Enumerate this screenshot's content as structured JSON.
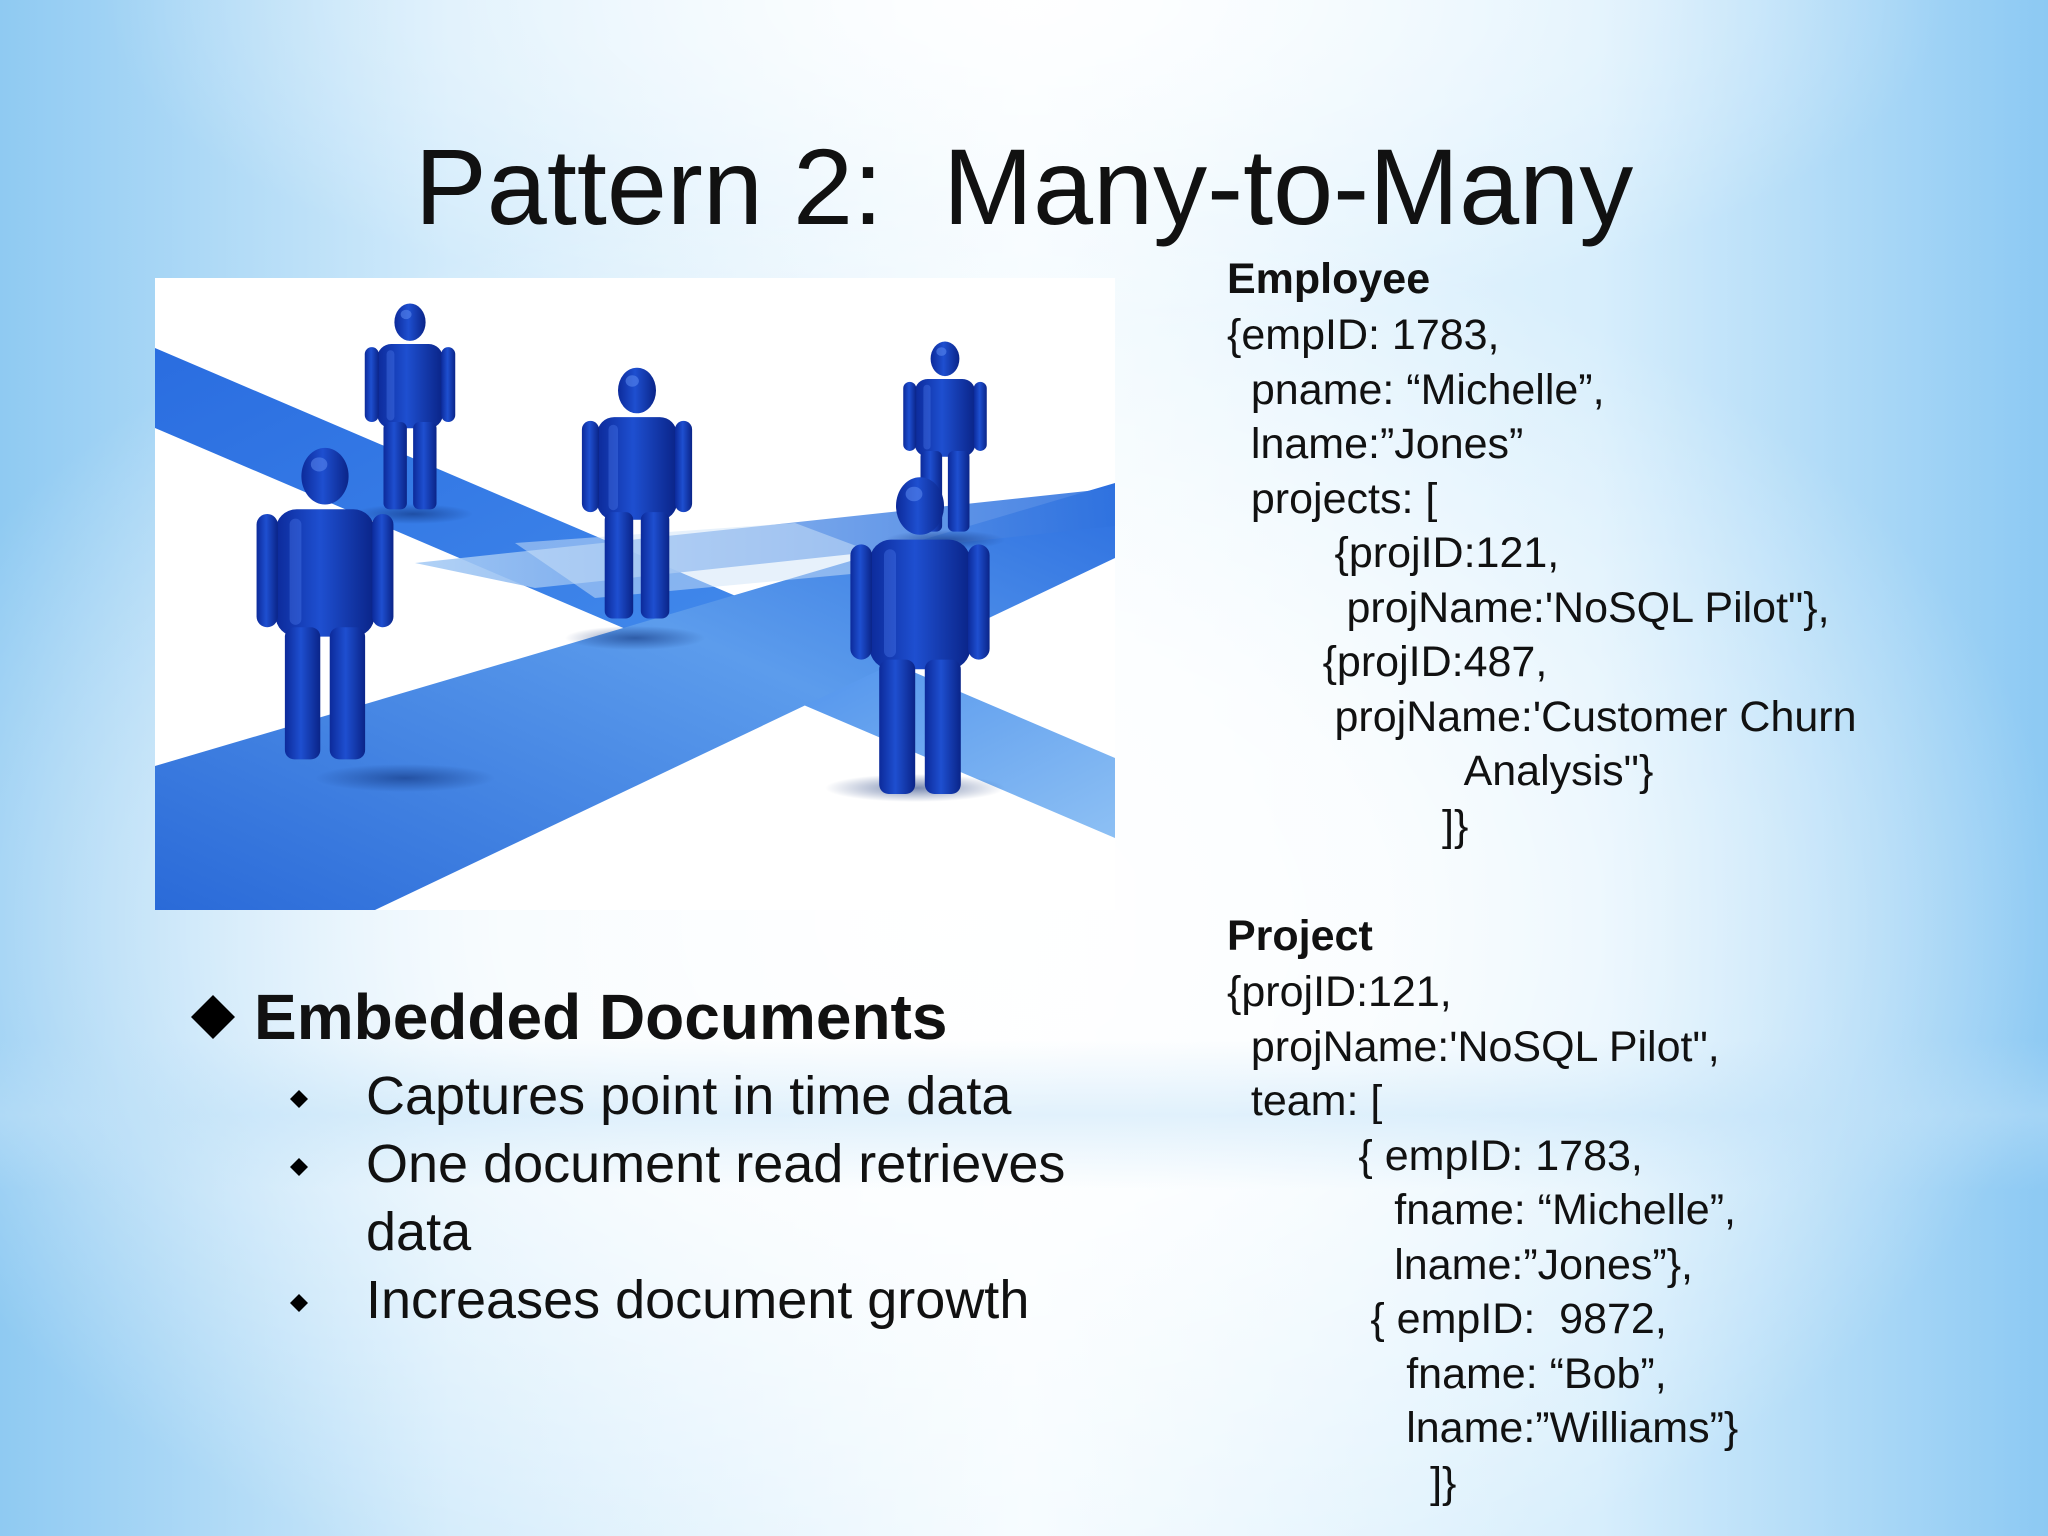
{
  "slide": {
    "title": "Pattern 2:  Many-to-Many"
  },
  "picture": {
    "subject": "blue human figures standing on crossing blue paths"
  },
  "bullets": {
    "main": "Embedded Documents",
    "items": [
      "Captures point in time data",
      "One document read retrieves data",
      "Increases document growth"
    ]
  },
  "employee": {
    "heading": "Employee",
    "lines": [
      "{empID: 1783,",
      "  pname: “Michelle”,",
      "  lname:”Jones”",
      "  projects: [",
      "         {projID:121,",
      "          projName:'NoSQL Pilot\"},",
      "        {projID:487,",
      "         projName:'Customer Churn",
      "                    Analysis\"}",
      "                  ]}"
    ]
  },
  "project": {
    "heading": "Project",
    "lines": [
      "{projID:121,",
      "  projName:'NoSQL Pilot\",",
      "  team: [",
      "           { empID: 1783,",
      "              fname: “Michelle”,",
      "              lname:”Jones”},",
      "            { empID:  9872,",
      "               fname: “Bob”,",
      "               lname:”Williams”}",
      "                 ]}"
    ]
  },
  "colors": {
    "figure_blue": "#1a3fc0",
    "path_blue": "#2f74e0",
    "path_light": "#7fb3ef",
    "background_edge": "#8fcaf2",
    "text": "#111111"
  },
  "icons": {
    "bullet": "diamond-icon"
  }
}
